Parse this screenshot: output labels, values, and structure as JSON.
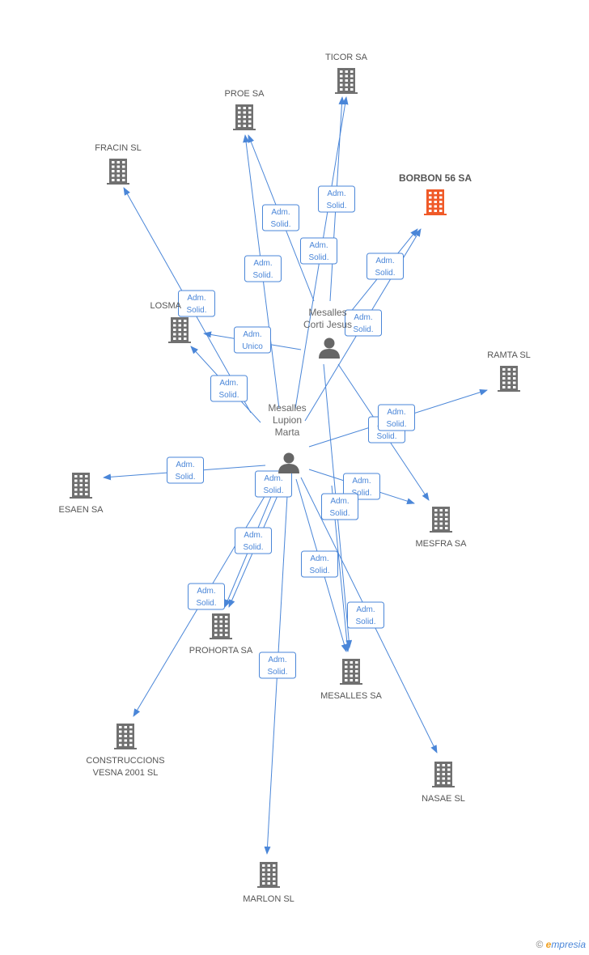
{
  "colors": {
    "edge": "#4a86d8",
    "building": "#707070",
    "building_highlight": "#f05a28",
    "person": "#666666"
  },
  "persons": [
    {
      "id": "p1",
      "lines": [
        "Mesalles",
        "Corti Jesus"
      ],
      "icon": "person-icon"
    },
    {
      "id": "p2",
      "lines": [
        "Mesalles",
        "Lupion",
        "Marta"
      ],
      "icon": "person-icon"
    }
  ],
  "companies": [
    {
      "id": "ticor",
      "lines": [
        "TICOR SA"
      ],
      "icon": "building-icon",
      "highlight": false
    },
    {
      "id": "proe",
      "lines": [
        "PROE SA"
      ],
      "icon": "building-icon",
      "highlight": false
    },
    {
      "id": "fracin",
      "lines": [
        "FRACIN SL"
      ],
      "icon": "building-icon",
      "highlight": false
    },
    {
      "id": "borbon",
      "lines": [
        "BORBON 56 SA"
      ],
      "icon": "building-icon",
      "highlight": true
    },
    {
      "id": "losma",
      "lines": [
        "LOSMA"
      ],
      "icon": "building-icon",
      "highlight": false
    },
    {
      "id": "ramta",
      "lines": [
        "RAMTA SL"
      ],
      "icon": "building-icon",
      "highlight": false
    },
    {
      "id": "esaen",
      "lines": [
        "ESAEN SA"
      ],
      "icon": "building-icon",
      "highlight": false
    },
    {
      "id": "mesfra",
      "lines": [
        "MESFRA SA"
      ],
      "icon": "building-icon",
      "highlight": false
    },
    {
      "id": "prohorta",
      "lines": [
        "PROHORTA SA"
      ],
      "icon": "building-icon",
      "highlight": false
    },
    {
      "id": "mesalles",
      "lines": [
        "MESALLES SA"
      ],
      "icon": "building-icon",
      "highlight": false
    },
    {
      "id": "construccions",
      "lines": [
        "CONSTRUCCIONS",
        "VESNA 2001 SL"
      ],
      "icon": "building-icon",
      "highlight": false
    },
    {
      "id": "nasae",
      "lines": [
        "NASAE SL"
      ],
      "icon": "building-icon",
      "highlight": false
    },
    {
      "id": "marlon",
      "lines": [
        "MARLON SL"
      ],
      "icon": "building-icon",
      "highlight": false
    }
  ],
  "edges": [
    {
      "from": "p1",
      "to": "ticor",
      "label": [
        "Adm.",
        "Solid."
      ]
    },
    {
      "from": "p1",
      "to": "proe",
      "label": [
        "Adm.",
        "Solid."
      ]
    },
    {
      "from": "p1",
      "to": "borbon",
      "label": [
        "Adm.",
        "Solid."
      ]
    },
    {
      "from": "p1",
      "to": "losma",
      "label": [
        "Adm.",
        "Unico"
      ]
    },
    {
      "from": "p1",
      "to": "mesfra",
      "label": [
        "Adm.",
        "Solid."
      ]
    },
    {
      "from": "p1",
      "to": "mesalles",
      "label": [
        "Adm.",
        "Solid."
      ]
    },
    {
      "from": "p2",
      "to": "ticor",
      "label": [
        "Adm.",
        "Solid."
      ]
    },
    {
      "from": "p2",
      "to": "proe",
      "label": [
        "Adm.",
        "Solid."
      ]
    },
    {
      "from": "p2",
      "to": "fracin",
      "label": [
        "Adm.",
        "Solid."
      ]
    },
    {
      "from": "p2",
      "to": "borbon",
      "label": [
        "Adm.",
        "Solid."
      ]
    },
    {
      "from": "p2",
      "to": "losma",
      "label": [
        "Adm.",
        "Solid."
      ]
    },
    {
      "from": "p2",
      "to": "ramta",
      "label": [
        "Adm.",
        "Solid."
      ]
    },
    {
      "from": "p2",
      "to": "esaen",
      "label": [
        "Adm.",
        "Solid."
      ]
    },
    {
      "from": "p2",
      "to": "mesfra",
      "label": [
        "Adm.",
        "Solid."
      ]
    },
    {
      "from": "p2",
      "to": "prohorta",
      "label": [
        "Adm.",
        "Solid."
      ]
    },
    {
      "from": "p2",
      "to": "prohorta",
      "label": [
        "Adm.",
        "Solid."
      ]
    },
    {
      "from": "p2",
      "to": "construccions",
      "label": [
        "Adm.",
        "Solid."
      ]
    },
    {
      "from": "p2",
      "to": "mesalles",
      "label": [
        "Adm.",
        "Solid."
      ]
    },
    {
      "from": "p2",
      "to": "nasae",
      "label": [
        "Adm.",
        "Solid."
      ]
    },
    {
      "from": "p2",
      "to": "marlon",
      "label": [
        "Adm.",
        "Solid."
      ]
    },
    {
      "from": "p2",
      "to": "mesalles",
      "label": [
        "Adm.",
        "Solid."
      ]
    }
  ],
  "footer": {
    "copyright": "©",
    "brand_initial": "e",
    "brand_rest": "mpresia"
  }
}
